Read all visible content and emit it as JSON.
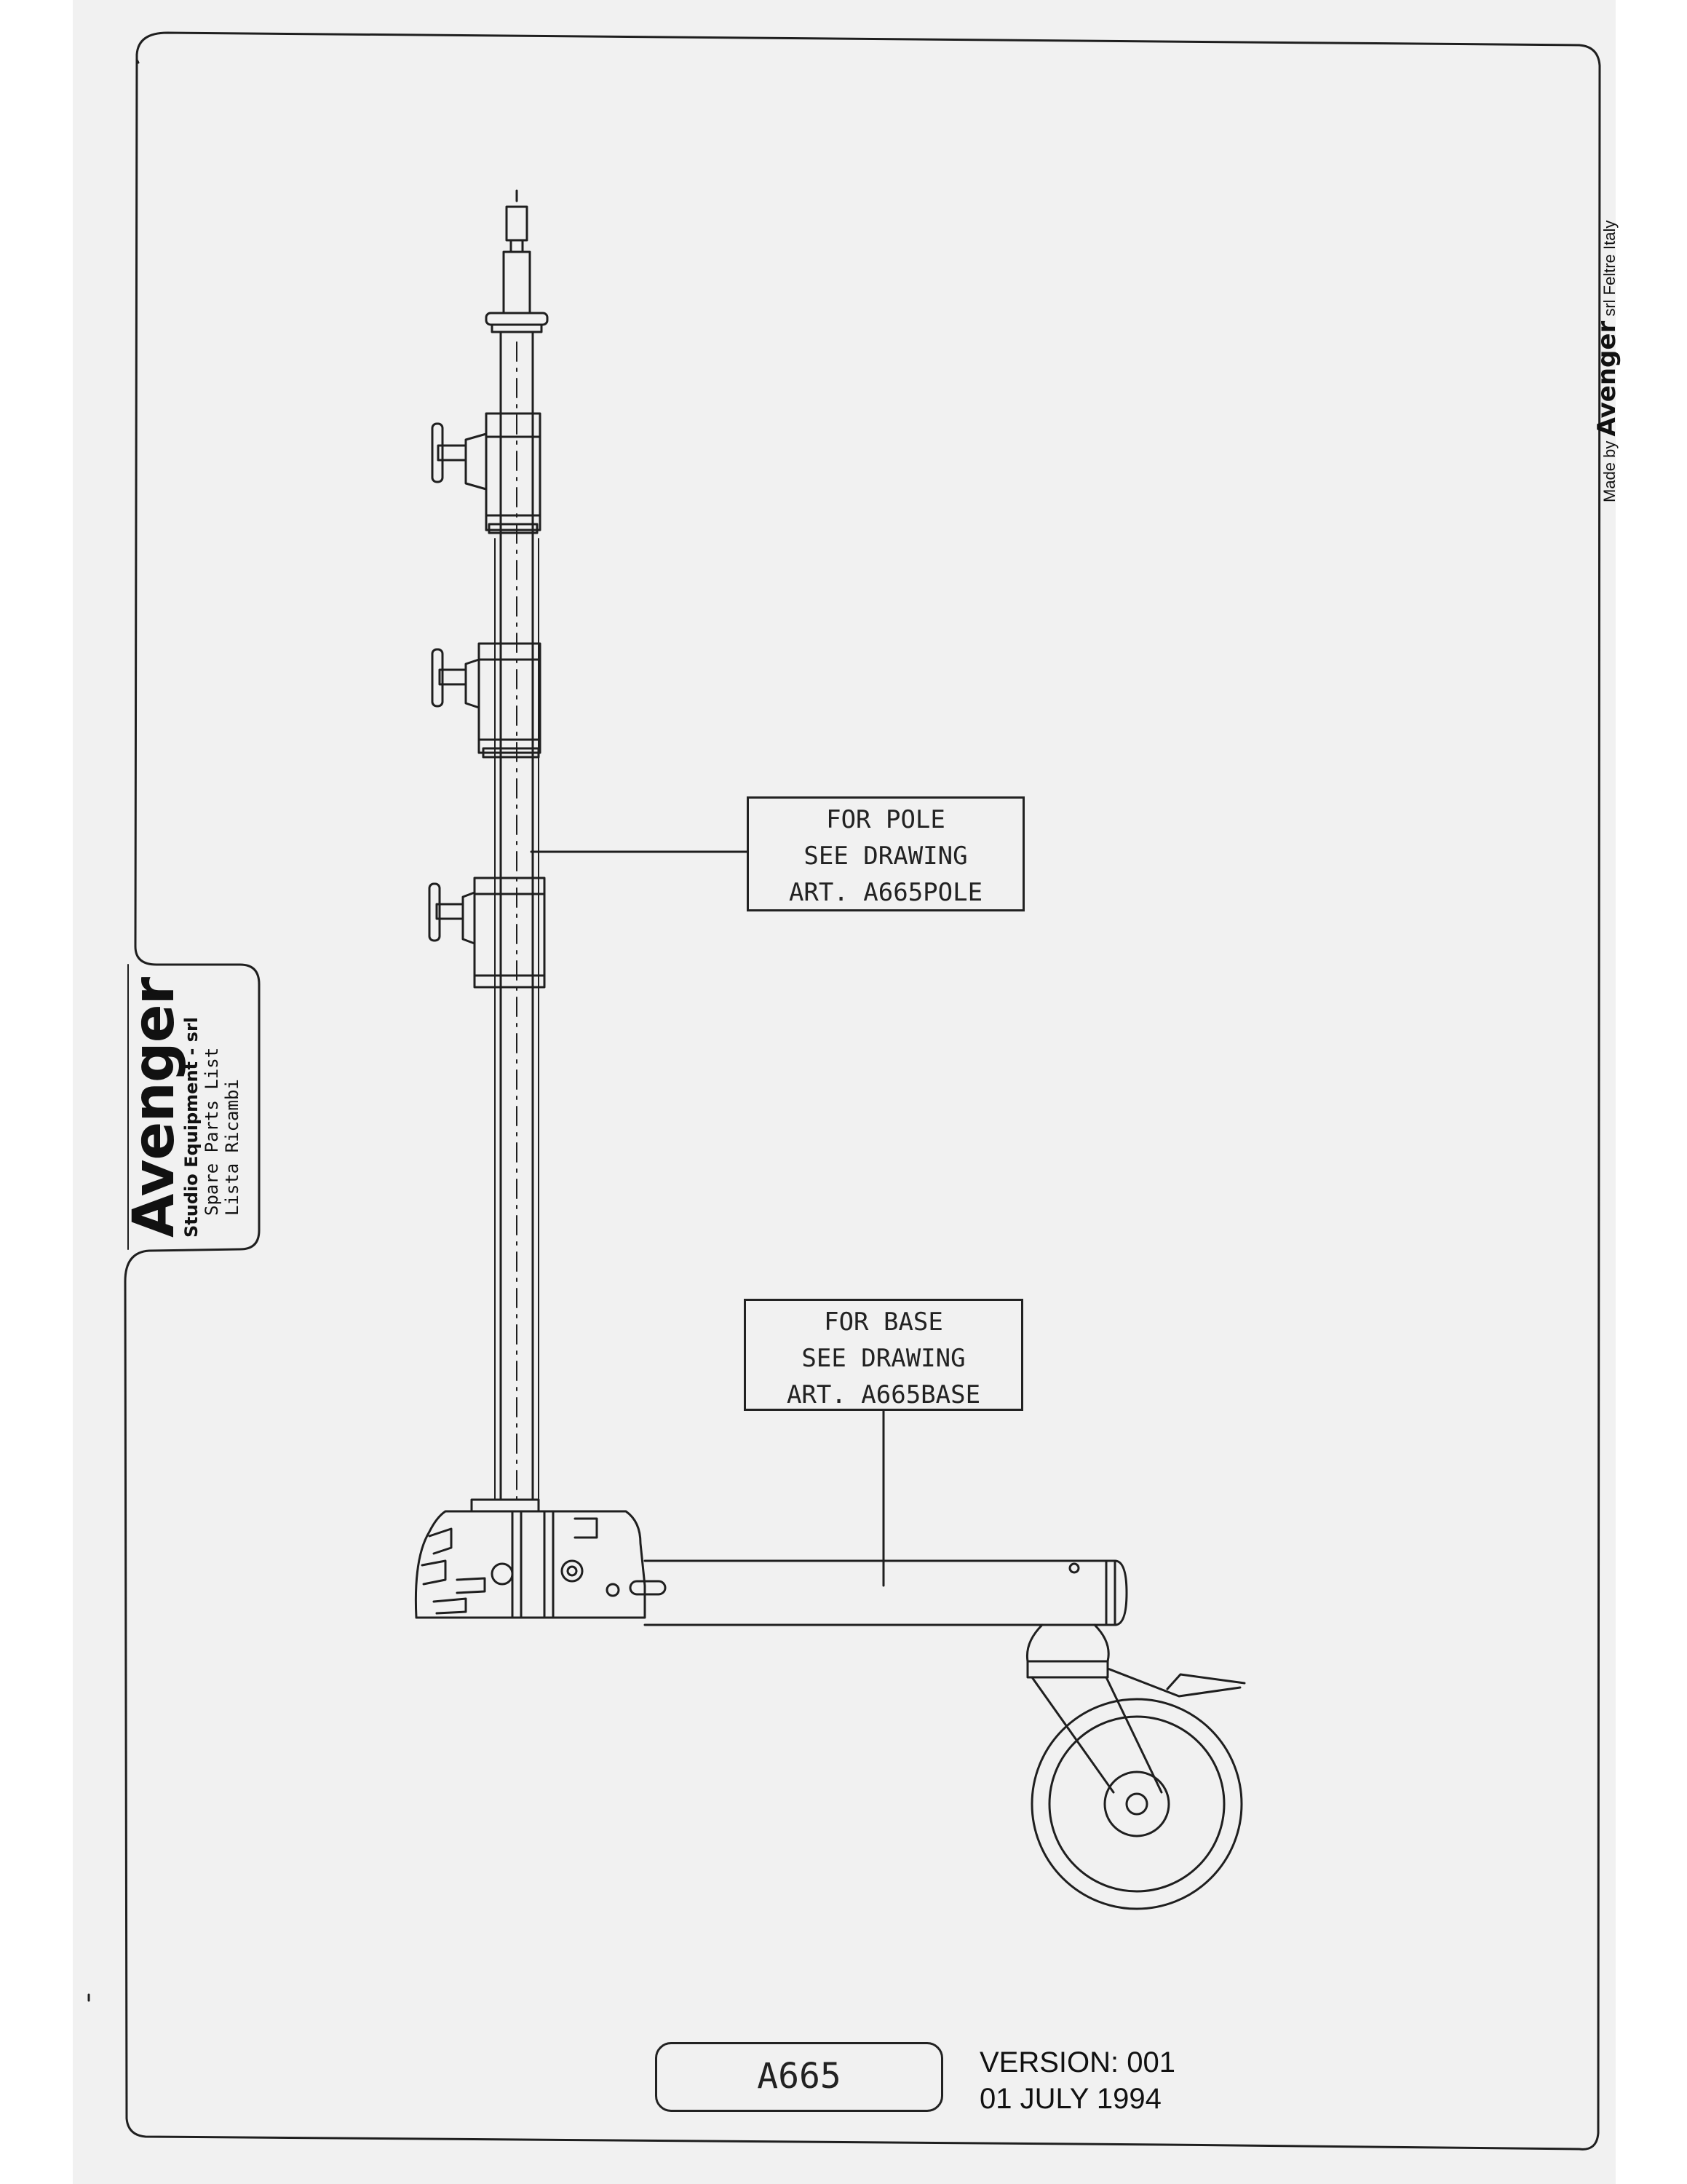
{
  "callouts": {
    "pole": {
      "line1": "FOR POLE",
      "line2": "SEE DRAWING",
      "line3": "ART. A665POLE"
    },
    "base": {
      "line1": "FOR BASE",
      "line2": "SEE DRAWING",
      "line3": "ART. A665BASE"
    }
  },
  "tab": {
    "brand": "Avenger",
    "subtitle": "Studio Equipment - srl",
    "line1": "Spare Parts List",
    "line2": "Lista Ricambi"
  },
  "maker": {
    "prefix": "Made by",
    "brand": "Avenger",
    "suffix": "srl Feltre Italy"
  },
  "footer": {
    "code": "A665",
    "version": "VERSION: 001",
    "date": "01 JULY 1994"
  }
}
